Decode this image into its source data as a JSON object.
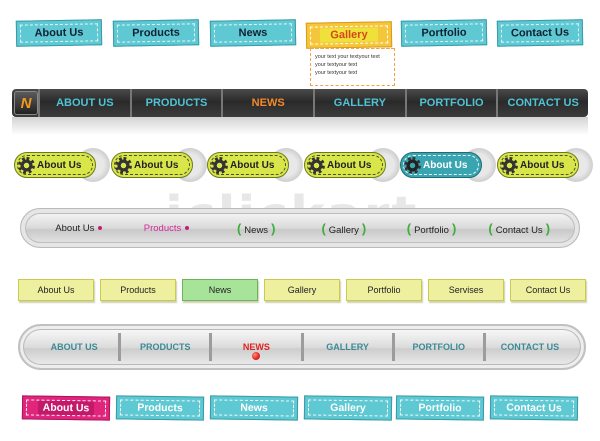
{
  "row1": {
    "items": [
      {
        "label": "About Us"
      },
      {
        "label": "Products"
      },
      {
        "label": "News"
      },
      {
        "label": "Gallery"
      },
      {
        "label": "Portfolio"
      },
      {
        "label": "Contact Us"
      }
    ],
    "popup": [
      "your text your textyour text",
      "your textyour text",
      "your textyour text"
    ]
  },
  "row2": {
    "logo": "N",
    "items": [
      {
        "label": "ABOUT US"
      },
      {
        "label": "PRODUCTS"
      },
      {
        "label": "NEWS"
      },
      {
        "label": "GALLERY"
      },
      {
        "label": "PORTFOLIO"
      },
      {
        "label": "CONTACT US"
      }
    ]
  },
  "row3": {
    "items": [
      {
        "label": "About Us"
      },
      {
        "label": "About Us"
      },
      {
        "label": "About Us"
      },
      {
        "label": "About Us"
      },
      {
        "label": "About Us"
      },
      {
        "label": "About Us"
      }
    ]
  },
  "row4": {
    "items": [
      {
        "label": "About Us"
      },
      {
        "label": "Products"
      },
      {
        "label": "News"
      },
      {
        "label": "Gallery"
      },
      {
        "label": "Portfolio"
      },
      {
        "label": "Contact Us"
      }
    ]
  },
  "row5": {
    "items": [
      {
        "label": "About Us"
      },
      {
        "label": "Products"
      },
      {
        "label": "News"
      },
      {
        "label": "Gallery"
      },
      {
        "label": "Portfolio"
      },
      {
        "label": "Servises"
      },
      {
        "label": "Contact Us"
      }
    ]
  },
  "row6": {
    "items": [
      {
        "label": "ABOUT US"
      },
      {
        "label": "PRODUCTS"
      },
      {
        "label": "NEWS"
      },
      {
        "label": "GALLERY"
      },
      {
        "label": "PORTFOLIO"
      },
      {
        "label": "CONTACT US"
      }
    ]
  },
  "row7": {
    "items": [
      {
        "label": "About Us"
      },
      {
        "label": "Products"
      },
      {
        "label": "News"
      },
      {
        "label": "Gallery"
      },
      {
        "label": "Portfolio"
      },
      {
        "label": "Contact Us"
      }
    ]
  },
  "watermark": "iclickart",
  "colors": {
    "teal": "#5ec8d3",
    "orange": "#f38a2a",
    "lime": "#d9e64a",
    "magenta": "#e0257d",
    "red": "#e0211f",
    "note_yellow": "#eef0a0",
    "note_green": "#a8e39a"
  },
  "icons": [
    "gear-icon",
    "logo-n-icon",
    "red-dot-icon"
  ]
}
